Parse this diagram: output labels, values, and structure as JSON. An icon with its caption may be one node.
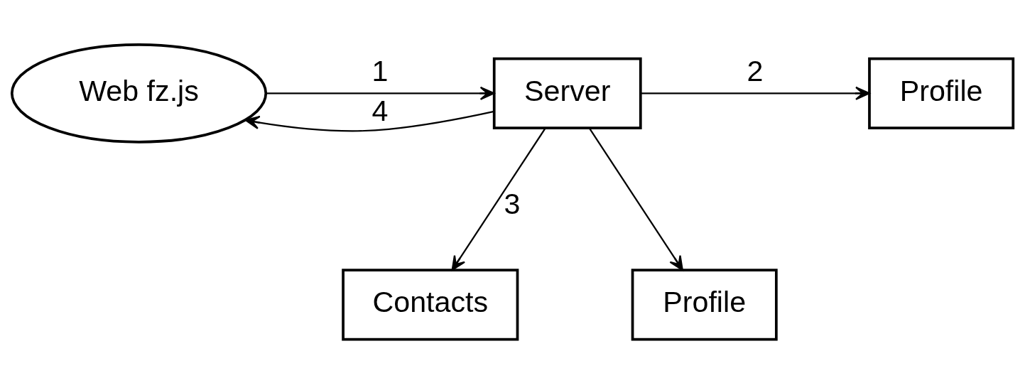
{
  "diagram": {
    "nodes": [
      {
        "text": [
          "Web fz.js"
        ]
      },
      {
        "text": [
          "Server"
        ]
      },
      {
        "text": [
          "Profile"
        ]
      },
      {
        "text": [
          "Contacts"
        ]
      },
      {
        "text": [
          "Profile"
        ]
      }
    ],
    "edges": [
      {
        "from": 0,
        "to": 1,
        "arrow": "to",
        "label": "1"
      },
      {
        "from": 1,
        "to": 2,
        "arrow": "to",
        "label": "2"
      },
      {
        "from": 1,
        "to": 3,
        "arrow": "to",
        "label": "3"
      },
      {
        "from": 1,
        "to": 4,
        "arrow": "to"
      },
      {
        "from": 1,
        "to": 0,
        "arrow": "to",
        "label": "4"
      }
    ]
  }
}
